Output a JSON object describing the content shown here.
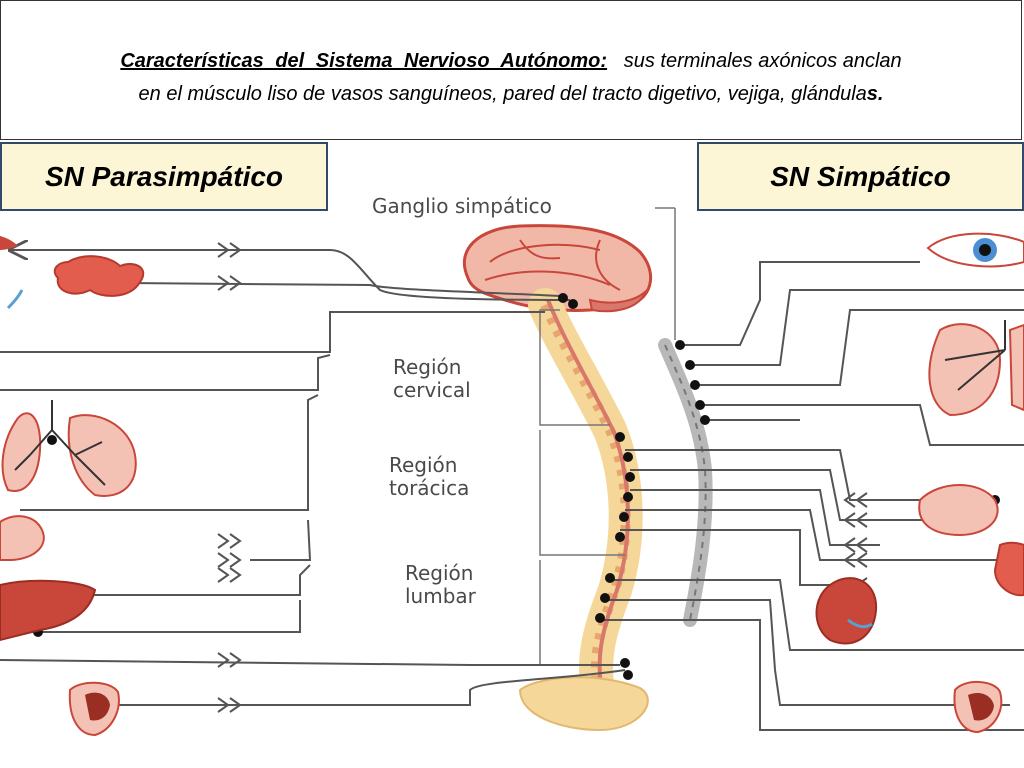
{
  "header": {
    "title": "Características   del   Sistema  Nervioso  Autónomo:",
    "text_line1": "sus terminales axónicos anclan",
    "text_line2": "en el músculo liso de vasos sanguíneos, pared del tracto digetivo, vejiga, glándula",
    "text_end": "s."
  },
  "boxes": {
    "parasympathetic": "SN  Parasimpático",
    "sympathetic": "SN  Simpático"
  },
  "diagram": {
    "ganglion_label": "Ganglio simpático",
    "cervical_1": "Región",
    "cervical_2": "cervical",
    "thoracic_1": "Región",
    "thoracic_2": "torácica",
    "lumbar_1": "Región",
    "lumbar_2": "lumbar"
  },
  "colors": {
    "nerve_line": "#555555",
    "node": "#111111",
    "organ_red": "#c8473a",
    "organ_pink": "#f1b8a8",
    "spine": "#f5d79a",
    "ganglion_chain": "#b8b8b8",
    "label_box": "#fcf6d6",
    "label_border": "#2f4a6a"
  }
}
